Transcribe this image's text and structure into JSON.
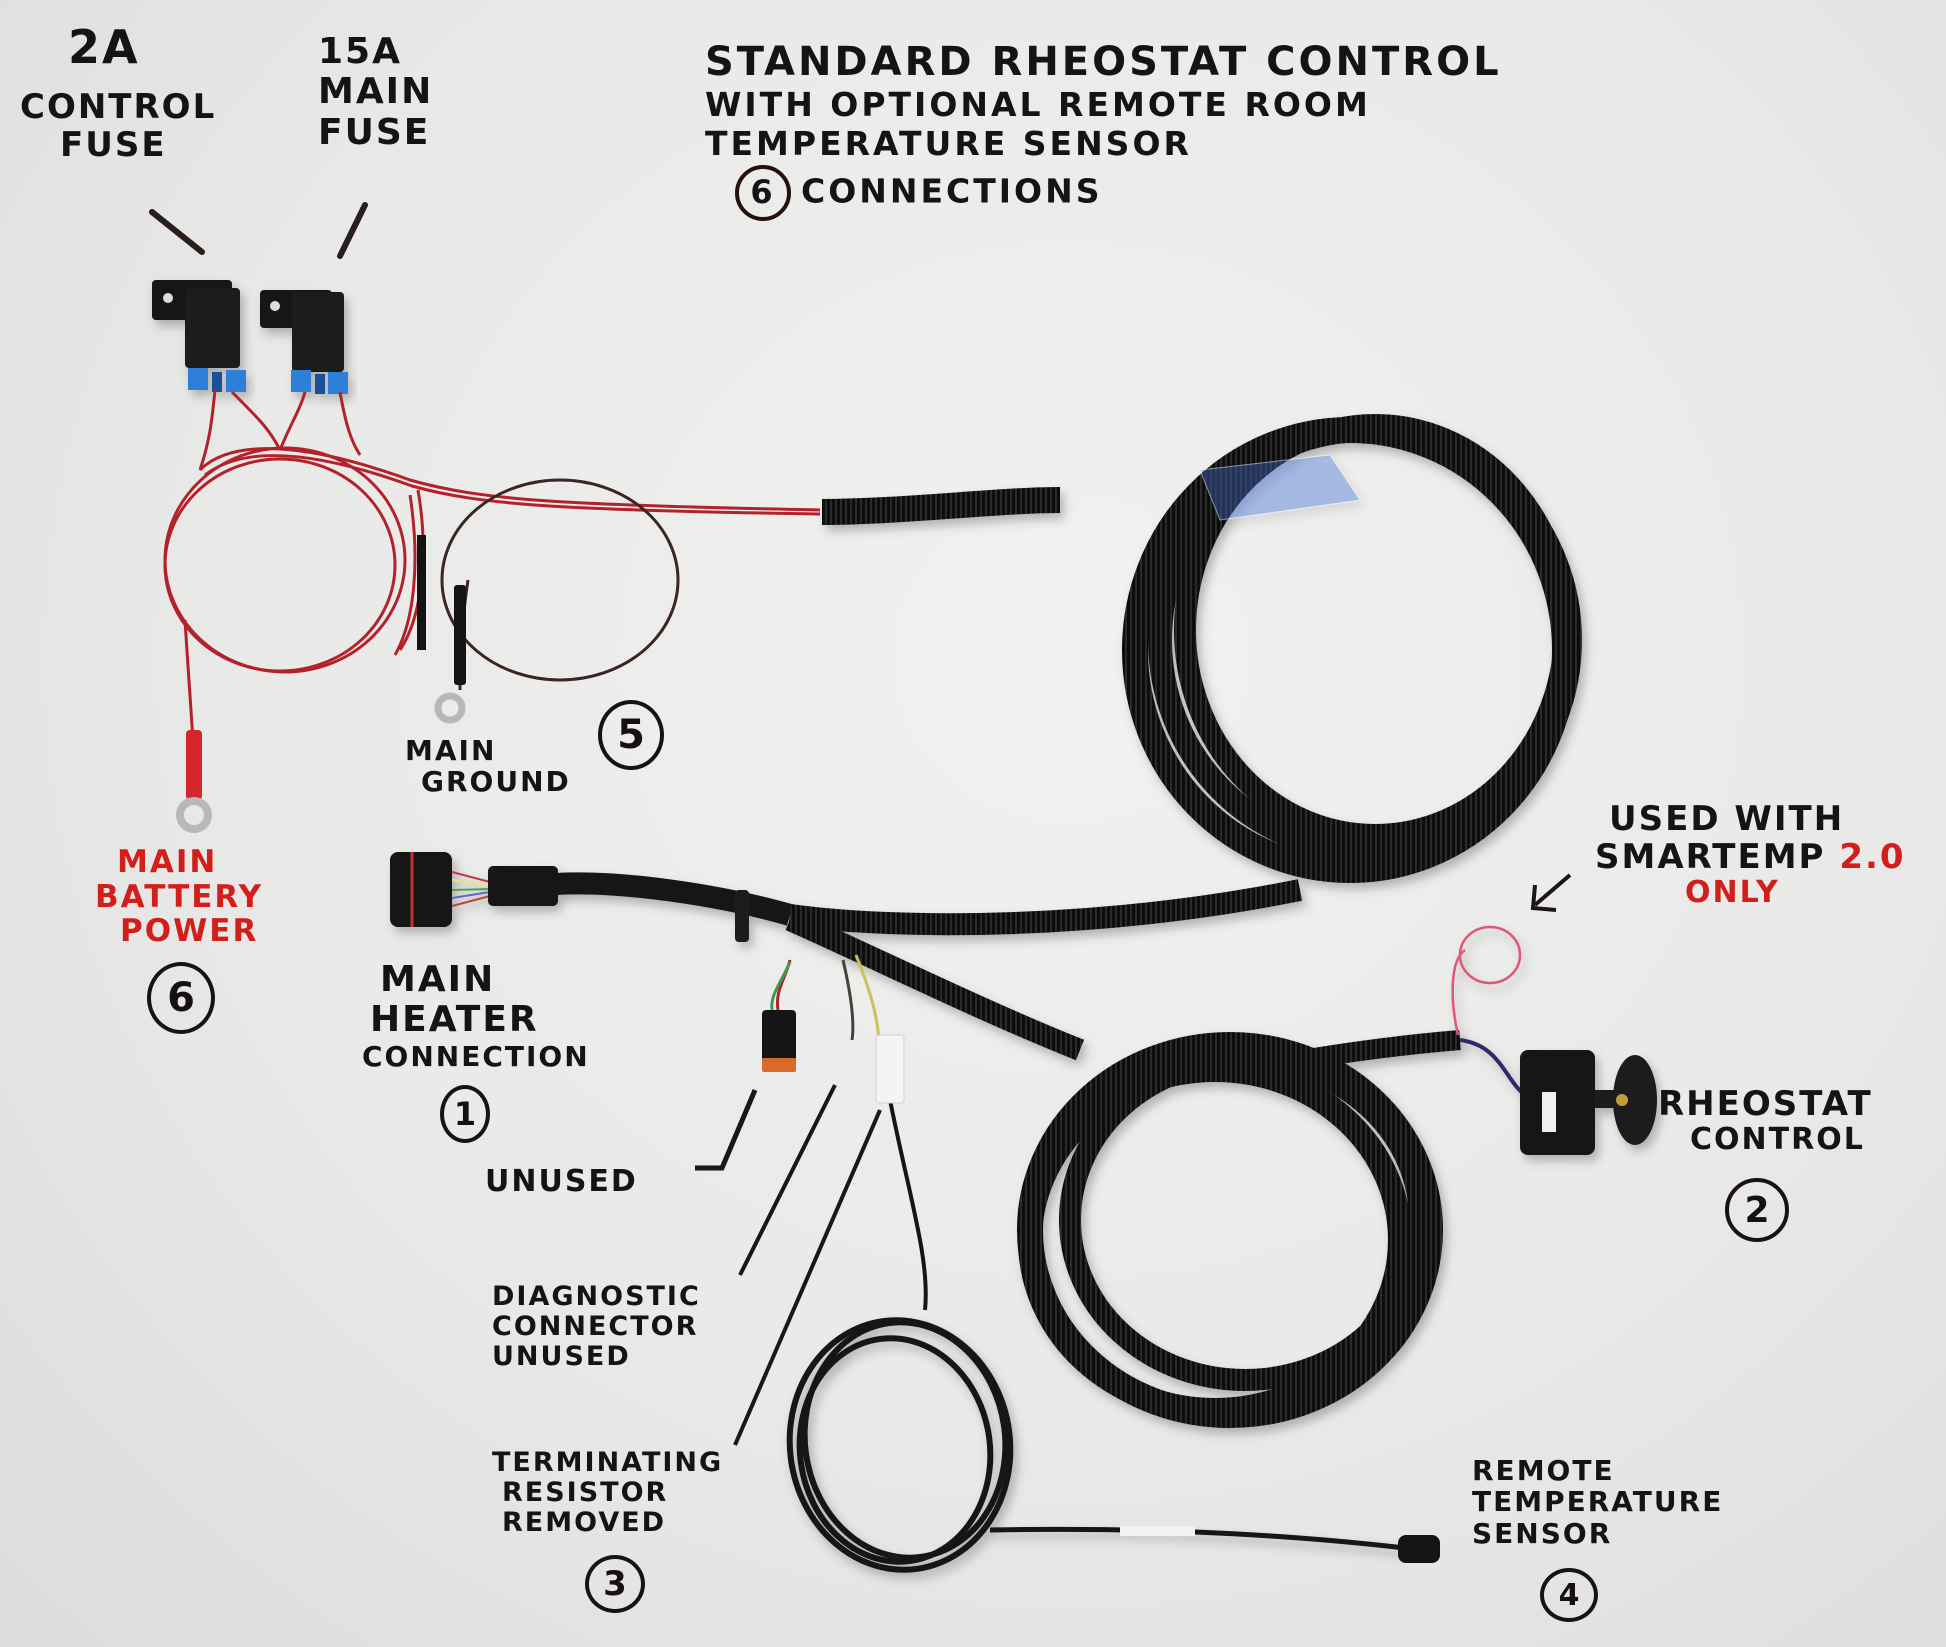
{
  "title": {
    "lines": [
      "Standard Rheostat Control",
      "With Optional Remote Room",
      "Temperature Sensor"
    ],
    "connections_count": "6",
    "connections_label": "Connections"
  },
  "fuses": {
    "control": {
      "rating": "2A",
      "line1": "Control",
      "line2": "Fuse"
    },
    "main": {
      "rating": "15A",
      "line1": "Main",
      "line2": "Fuse"
    }
  },
  "callouts": {
    "main_ground": {
      "line1": "Main",
      "line2": "Ground",
      "number": "5"
    },
    "main_battery_power": {
      "line1": "Main",
      "line2": "Battery",
      "line3": "Power",
      "number": "6",
      "color": "#d21f1b"
    },
    "main_heater_connection": {
      "line1": "Main",
      "line2": "Heater",
      "line3": "Connection",
      "number": "1"
    },
    "unused": {
      "text": "Unused"
    },
    "diagnostic": {
      "line1": "Diagnostic",
      "line2": "Connector",
      "line3": "Unused"
    },
    "terminating_resistor": {
      "line1": "Terminating",
      "line2": "Resistor",
      "line3": "Removed",
      "number": "3"
    },
    "smartemp_note": {
      "line1": "Used With",
      "line2_black": "Smartemp",
      "line2_red": "2.0",
      "line3_red": "Only"
    },
    "rheostat_control": {
      "line1": "Rheostat",
      "line2": "Control",
      "number": "2"
    },
    "remote_sensor": {
      "line1": "Remote",
      "line2": "Temperature",
      "line3": "Sensor",
      "number": "4"
    }
  },
  "colors": {
    "whiteboard": "#ececeb",
    "marker_black": "#141414",
    "marker_red": "#d21f1b",
    "wire_red": "#b3222b",
    "wire_ground": "#3a2626",
    "loom_black": "#121212",
    "fuse_blue": "#2f7fd8",
    "connector_orange": "#d96a2a",
    "pink_wire": "#e0557a"
  }
}
